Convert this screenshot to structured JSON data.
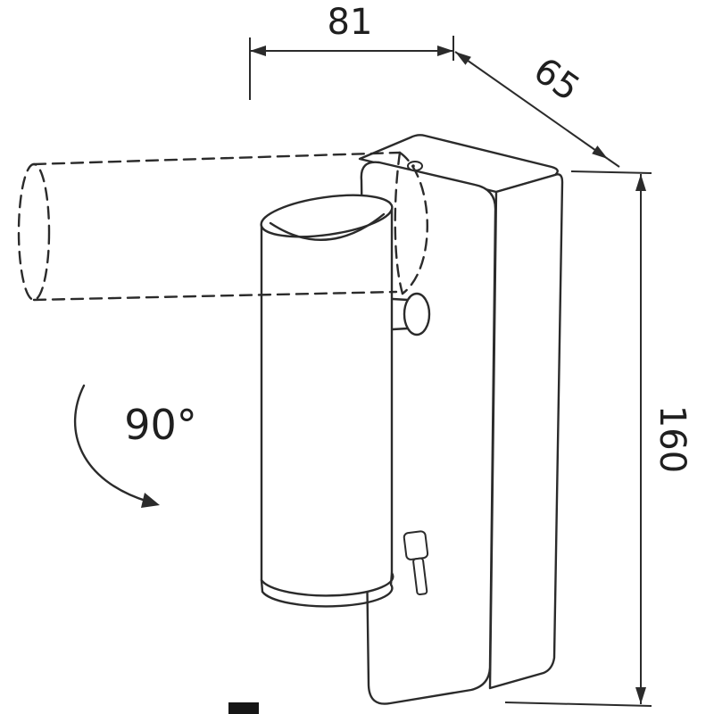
{
  "page": {
    "background": "#ffffff",
    "line_color": "#2b2b2b"
  },
  "drawing": {
    "labels": {
      "width": "81",
      "depth": "65",
      "height": "160",
      "rotation": "90°"
    }
  }
}
